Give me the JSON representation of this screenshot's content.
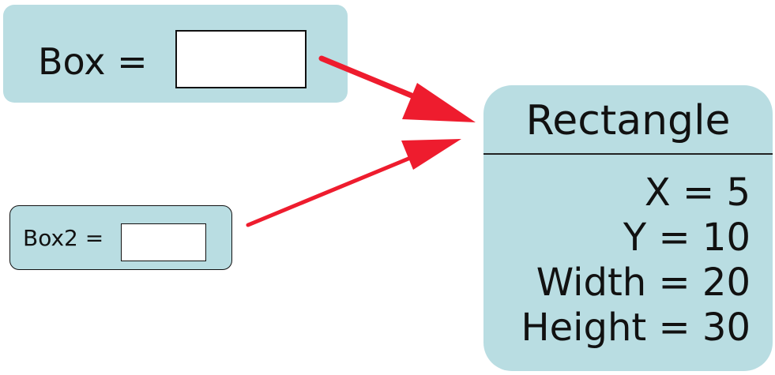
{
  "box1": {
    "label": "Box =",
    "value": ""
  },
  "box2": {
    "label": "Box2 =",
    "value": ""
  },
  "rectangle": {
    "title": "Rectangle",
    "properties": [
      "X = 5",
      "Y = 10",
      "Width = 20",
      "Height = 30"
    ]
  },
  "colors": {
    "panel": "#b9dde2",
    "arrow": "#ee1c2e",
    "field": "#ffffff"
  }
}
